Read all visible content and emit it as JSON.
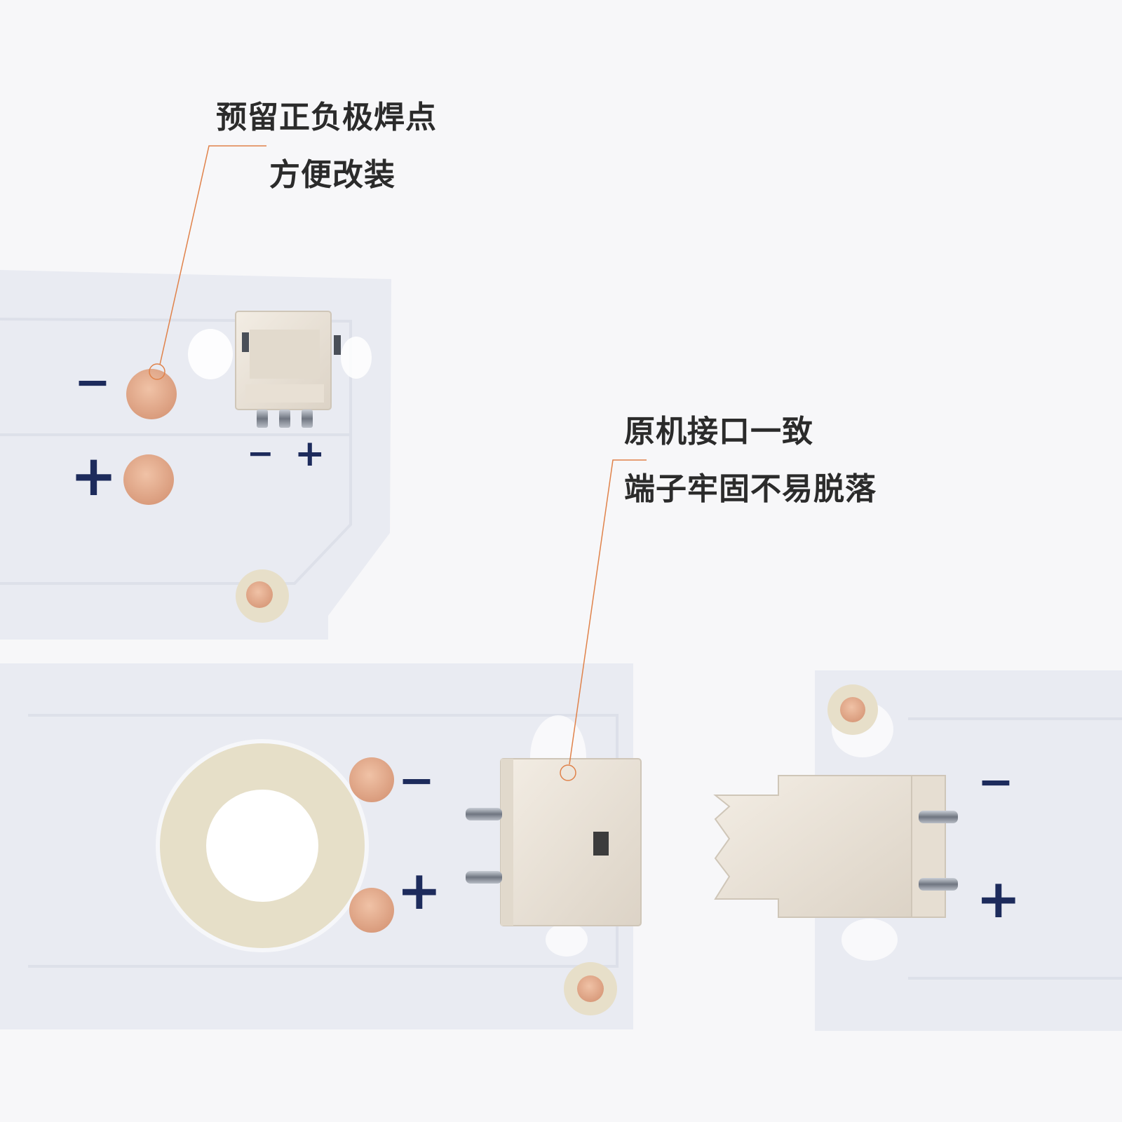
{
  "callouts": {
    "solder_pads": {
      "line1": "预留正负极焊点",
      "line2": "方便改装"
    },
    "connector": {
      "line1": "原机接口一致",
      "line2": "端子牢固不易脱落"
    }
  },
  "pcb_markings": {
    "minus": "−",
    "plus": "+"
  },
  "colors": {
    "background": "#f7f7f9",
    "board": "#e9ebf2",
    "copper_pad": "#e3ac8e",
    "connector": "#ede6dc",
    "ink": "#1d2b5c",
    "callout_line": "#e0824a"
  }
}
